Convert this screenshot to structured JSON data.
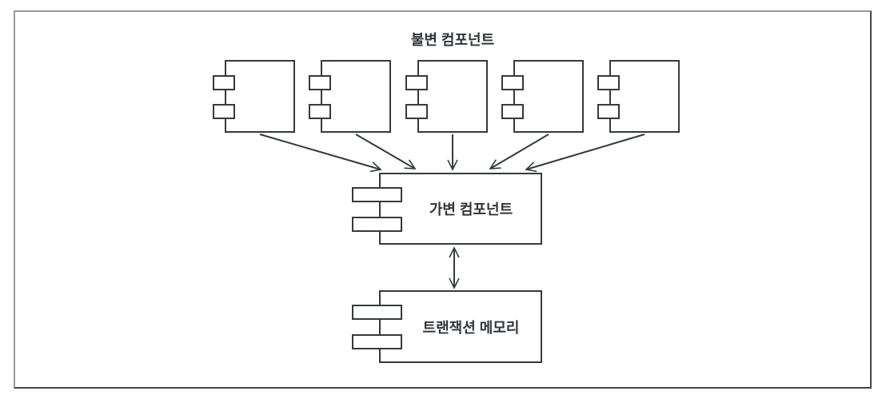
{
  "diagram": {
    "title": "불변 컴포넌트",
    "nodes": {
      "immutable_group": {
        "label": "불변 컴포넌트",
        "count": 5
      },
      "mutable": {
        "label": "가변 컴포넌트"
      },
      "transaction_memory": {
        "label": "트랜잭션 메모리"
      }
    },
    "edges": [
      {
        "from": "immutable-component-1",
        "to": "mutable-component",
        "type": "arrow"
      },
      {
        "from": "immutable-component-2",
        "to": "mutable-component",
        "type": "arrow"
      },
      {
        "from": "immutable-component-3",
        "to": "mutable-component",
        "type": "arrow"
      },
      {
        "from": "immutable-component-4",
        "to": "mutable-component",
        "type": "arrow"
      },
      {
        "from": "immutable-component-5",
        "to": "mutable-component",
        "type": "arrow"
      },
      {
        "from": "mutable-component",
        "to": "transaction-memory",
        "type": "double-arrow"
      }
    ],
    "colors": {
      "stroke": "#343a40",
      "text": "#30353b",
      "frame_top_left": "#9a9a9e",
      "frame_bottom_right": "#43474c",
      "background": "#ffffff"
    }
  }
}
